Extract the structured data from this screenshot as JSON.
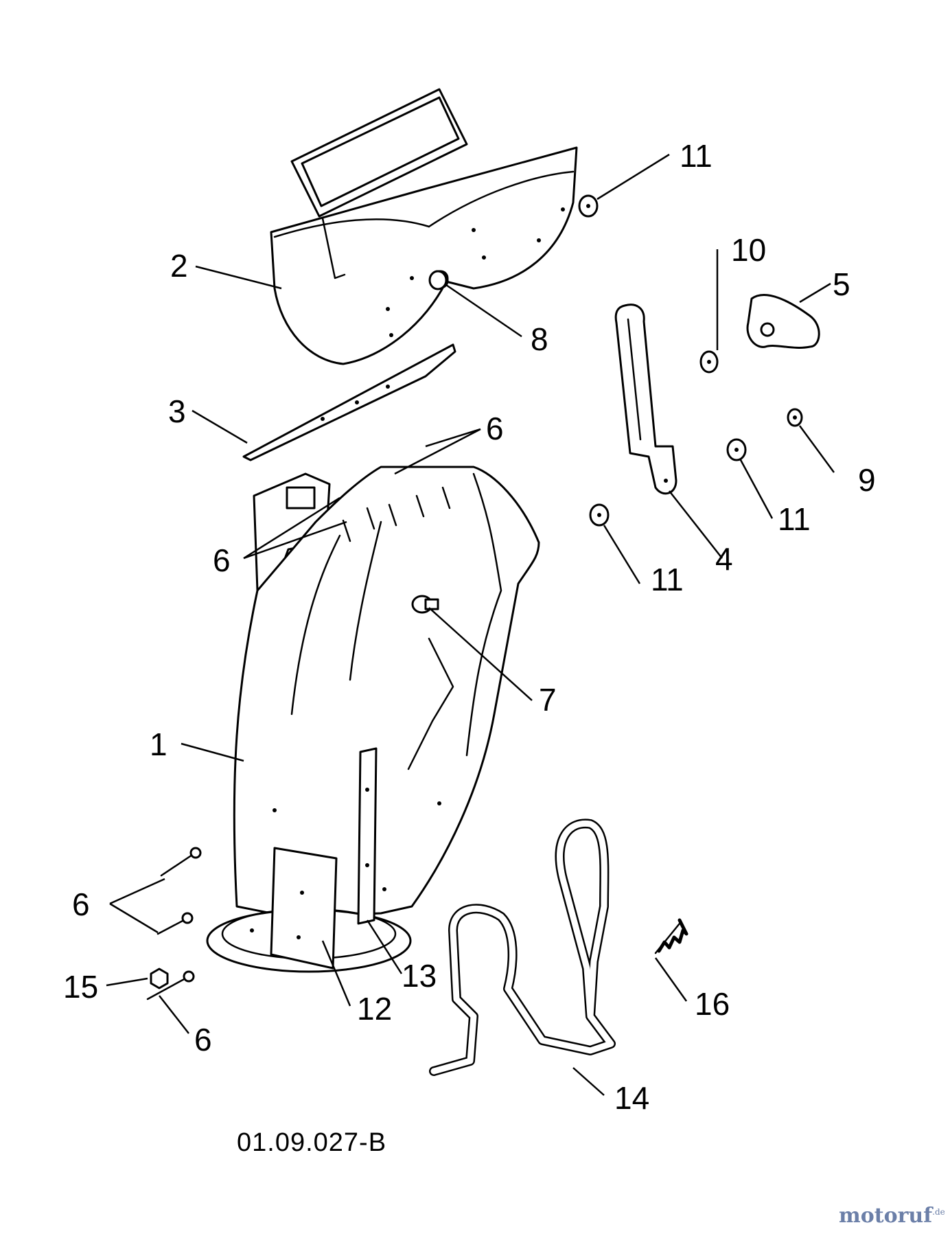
{
  "drawing_code": "01.09.027-B",
  "watermark": {
    "name": "motoruf",
    "tld": ".de"
  },
  "callouts": [
    {
      "id": "c1",
      "text": "1"
    },
    {
      "id": "c2",
      "text": "2"
    },
    {
      "id": "c3",
      "text": "3"
    },
    {
      "id": "c4",
      "text": "4"
    },
    {
      "id": "c5",
      "text": "5"
    },
    {
      "id": "c6a",
      "text": "6"
    },
    {
      "id": "c6b",
      "text": "6"
    },
    {
      "id": "c6c",
      "text": "6"
    },
    {
      "id": "c6d",
      "text": "6"
    },
    {
      "id": "c7",
      "text": "7"
    },
    {
      "id": "c8",
      "text": "8"
    },
    {
      "id": "c9",
      "text": "9"
    },
    {
      "id": "c10",
      "text": "10"
    },
    {
      "id": "c11a",
      "text": "11"
    },
    {
      "id": "c11b",
      "text": "11"
    },
    {
      "id": "c11c",
      "text": "11"
    },
    {
      "id": "c12",
      "text": "12"
    },
    {
      "id": "c13",
      "text": "13"
    },
    {
      "id": "c14",
      "text": "14"
    },
    {
      "id": "c15",
      "text": "15"
    },
    {
      "id": "c16",
      "text": "16"
    }
  ]
}
